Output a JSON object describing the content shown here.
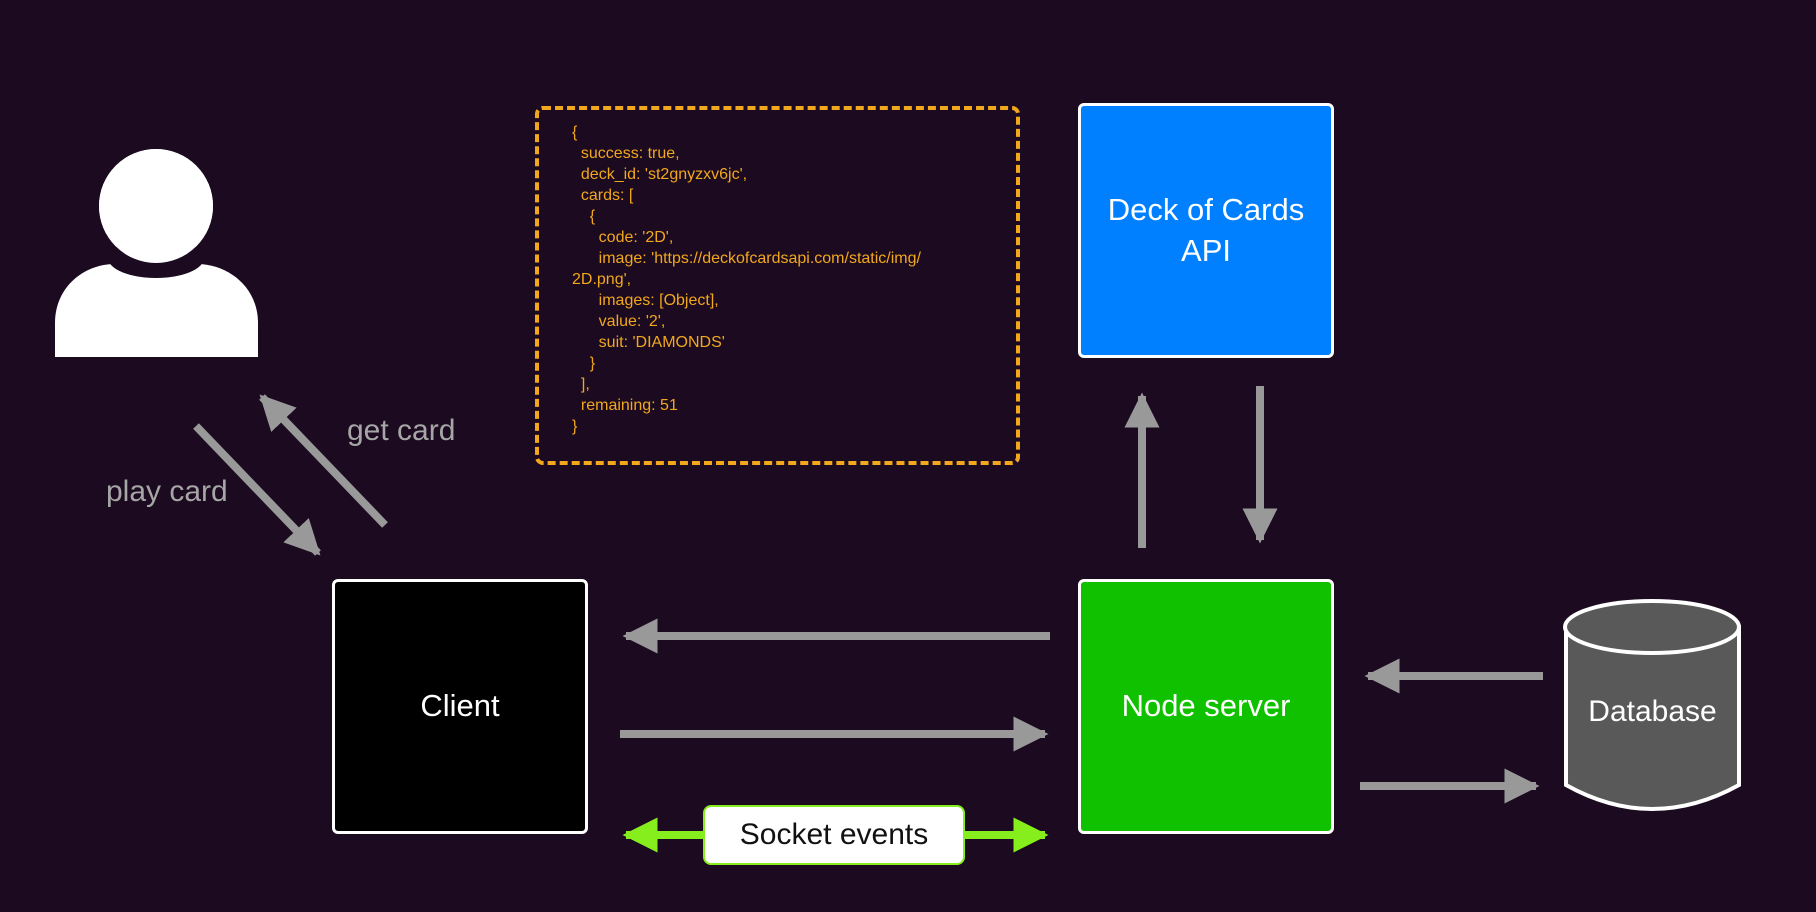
{
  "nodes": {
    "api": "Deck of Cards API",
    "client": "Client",
    "server": "Node server",
    "database": "Database"
  },
  "edge_labels": {
    "get_card": "get card",
    "play_card": "play card",
    "socket_events": "Socket events"
  },
  "json_response": "{\n  success: true,\n  deck_id: 'st2gnyzxv6jc',\n  cards: [\n    {\n      code: '2D',\n      image: 'https://deckofcardsapi.com/static/img/\n2D.png',\n      images: [Object],\n      value: '2',\n      suit: 'DIAMONDS'\n    }\n  ],\n  remaining: 51\n}",
  "colors": {
    "background": "#1b0a20",
    "api_fill": "#0080ff",
    "server_fill": "#10c100",
    "client_fill": "#000000",
    "database_fill": "#595959",
    "arrow_gray": "#999999",
    "socket_green": "#86ee1c",
    "json_orange": "#f2a81d"
  },
  "icons": {
    "user": "user-icon",
    "database": "database-cylinder-icon"
  }
}
